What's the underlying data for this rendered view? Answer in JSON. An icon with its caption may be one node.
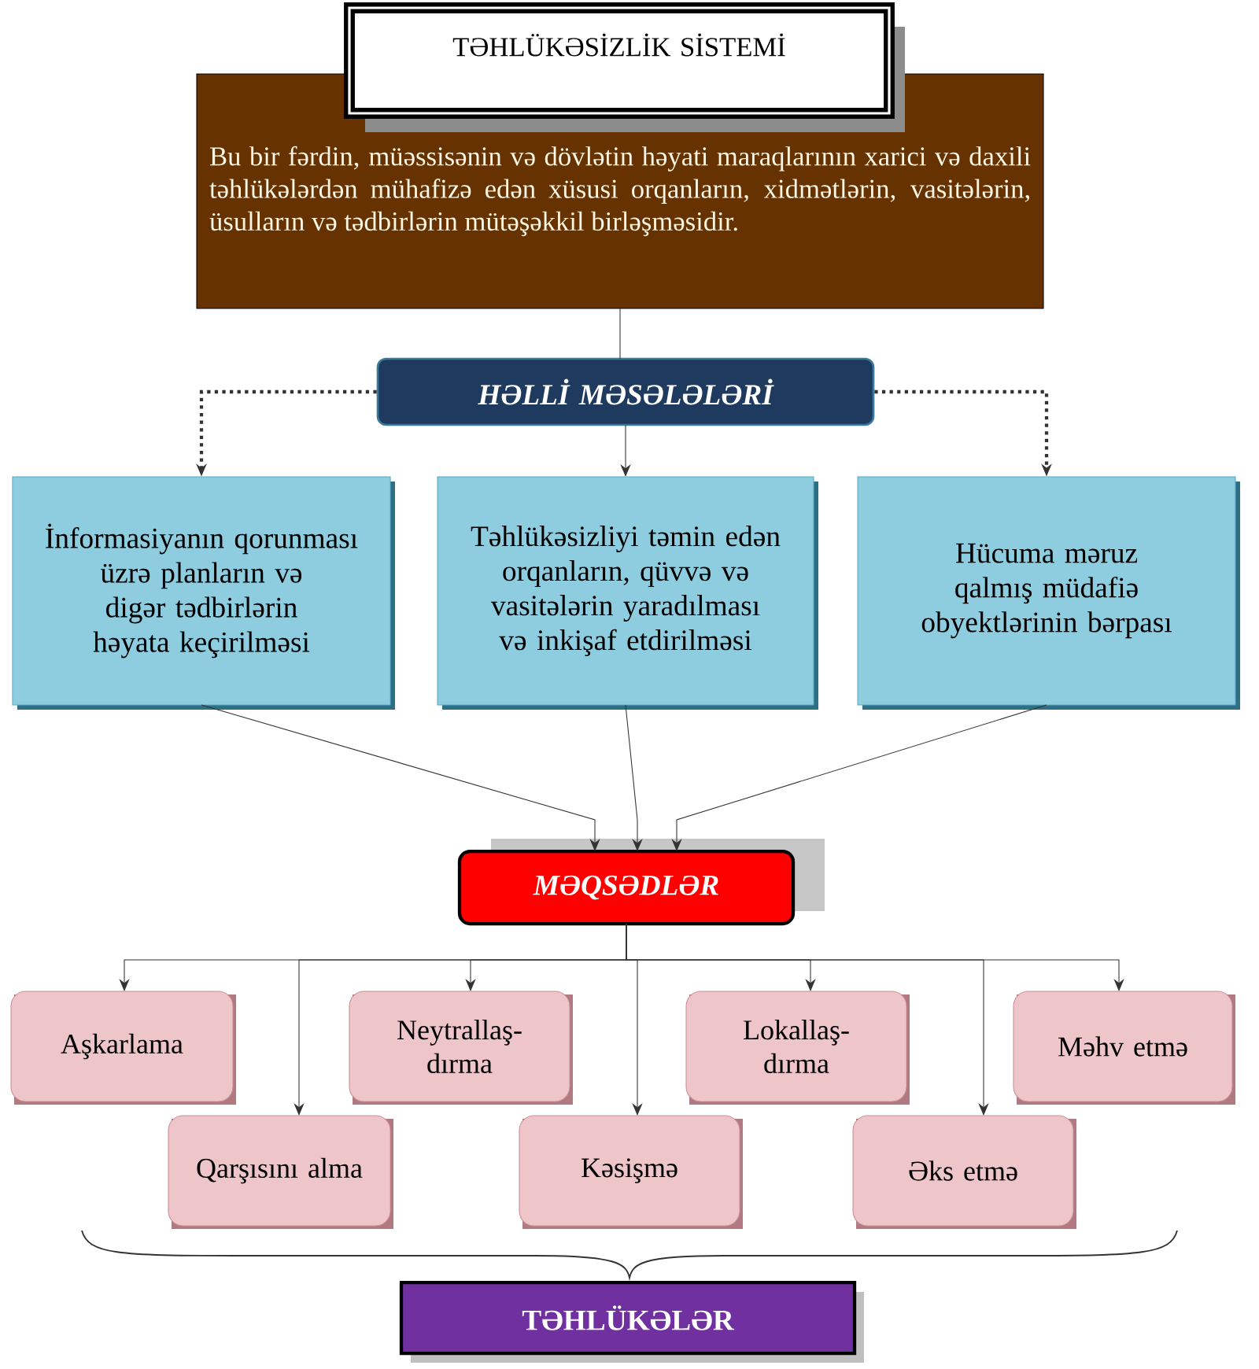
{
  "diagram": {
    "nodes": [
      {
        "text": [
          "TƏHLÜKƏSİZLİK SİSTEMİ"
        ]
      },
      {
        "text": [
          "Bu bir fərdin, müəssisənin və dövlətin həyati maraqlarının xarici və daxili təhlükələrdən mühafizə edən xüsusi orqanların, xidmətlərin, vasitələrin, üsulların və tədbirlərin mütəşəkkil birləşməsidir."
        ]
      },
      {
        "text": [
          "HƏLLİ MƏSƏLƏLƏRİ"
        ]
      },
      {
        "text": [
          "İnformasiyanın qorunması üzrə planların və digər tədbirlərin həyata keçirilməsi"
        ]
      },
      {
        "text": [
          "Təhlükəsizliyi təmin edən orqanların, qüvvə və vasitələrin yaradılması və inkişaf etdirilməsi"
        ]
      },
      {
        "text": [
          "Hücuma məruz qalmış müdafiə obyektlərinin bərpası"
        ]
      },
      {
        "text": [
          "MƏQSƏDLƏR"
        ]
      },
      {
        "text": [
          "Aşkarlama"
        ]
      },
      {
        "text": [
          "Neytrallaş-dırma"
        ]
      },
      {
        "text": [
          "Lokallaş-dırma"
        ]
      },
      {
        "text": [
          "Məhv etmə"
        ]
      },
      {
        "text": [
          "Qarşısını alma"
        ]
      },
      {
        "text": [
          "Kəsişmə"
        ]
      },
      {
        "text": [
          "Əks etmə"
        ]
      },
      {
        "text": [
          "TƏHLÜKƏLƏR"
        ]
      }
    ],
    "edges": [
      {
        "from": 1,
        "to": 2,
        "arrow": "none"
      },
      {
        "from": 2,
        "to": 3,
        "arrow": "to",
        "style": "dashed"
      },
      {
        "from": 2,
        "to": 4,
        "arrow": "to"
      },
      {
        "from": 2,
        "to": 5,
        "arrow": "to",
        "style": "dashed"
      },
      {
        "from": 3,
        "to": 6,
        "arrow": "to"
      },
      {
        "from": 4,
        "to": 6,
        "arrow": "to"
      },
      {
        "from": 5,
        "to": 6,
        "arrow": "to"
      },
      {
        "from": 6,
        "to": 7,
        "arrow": "to"
      },
      {
        "from": 6,
        "to": 11,
        "arrow": "to"
      },
      {
        "from": 6,
        "to": 8,
        "arrow": "to"
      },
      {
        "from": 6,
        "to": 12,
        "arrow": "to"
      },
      {
        "from": 6,
        "to": 9,
        "arrow": "to"
      },
      {
        "from": 6,
        "to": 13,
        "arrow": "to"
      },
      {
        "from": 6,
        "to": 10,
        "arrow": "to"
      }
    ]
  }
}
